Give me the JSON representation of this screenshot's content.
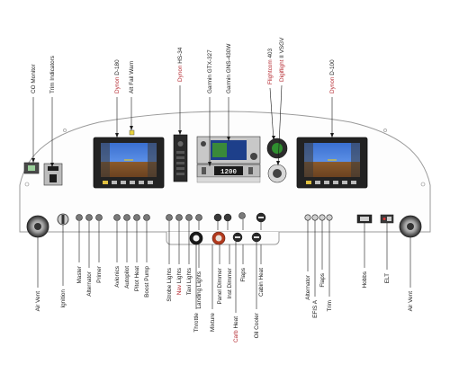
{
  "top_labels": [
    {
      "key": "co_monitor",
      "parts": [
        {
          "text": "CO Monitor"
        }
      ]
    },
    {
      "key": "trim_indicators",
      "parts": [
        {
          "text": "Trim Indicators"
        }
      ]
    },
    {
      "key": "dynon_d180",
      "parts": [
        {
          "text": "Dynon",
          "hl": true
        },
        {
          "text": " D-180"
        }
      ]
    },
    {
      "key": "alt_fail_warn",
      "parts": [
        {
          "text": "Alt Fail Warn"
        }
      ]
    },
    {
      "key": "dynon_hs34",
      "parts": [
        {
          "text": "Dynon",
          "hl": true
        },
        {
          "text": " HS-34"
        }
      ]
    },
    {
      "key": "garmin_gtx327",
      "parts": [
        {
          "text": "Garmin GTX-327"
        }
      ]
    },
    {
      "key": "garmin_gns430w",
      "parts": [
        {
          "text": "Garmin GNS-430W"
        }
      ]
    },
    {
      "key": "flightcom_403",
      "parts": [
        {
          "text": "Flightcom",
          "hl": true
        },
        {
          "text": " 403"
        }
      ]
    },
    {
      "key": "digiflight_vsgv",
      "parts": [
        {
          "text": "Digiflight",
          "hl": true
        },
        {
          "text": " II VSGV"
        }
      ]
    },
    {
      "key": "dynon_d100",
      "parts": [
        {
          "text": "Dynon",
          "hl": true
        },
        {
          "text": " D-100"
        }
      ]
    }
  ],
  "bottom_labels": [
    {
      "key": "air_vent_left",
      "parts": [
        {
          "text": "Air Vent"
        }
      ]
    },
    {
      "key": "ignition",
      "parts": [
        {
          "text": "Ignition"
        }
      ]
    },
    {
      "key": "master",
      "parts": [
        {
          "text": "Master"
        }
      ]
    },
    {
      "key": "alternator_sw",
      "parts": [
        {
          "text": "Alternator"
        }
      ]
    },
    {
      "key": "primer",
      "parts": [
        {
          "text": "Primer"
        }
      ]
    },
    {
      "key": "avionics",
      "parts": [
        {
          "text": "Avionics"
        }
      ]
    },
    {
      "key": "autopilot",
      "parts": [
        {
          "text": "Autopilot"
        }
      ]
    },
    {
      "key": "pitot_heat",
      "parts": [
        {
          "text": "Pitot Heat"
        }
      ]
    },
    {
      "key": "boost_pump",
      "parts": [
        {
          "text": "Boost Pump"
        }
      ]
    },
    {
      "key": "strobe_lights",
      "parts": [
        {
          "text": "Strobe Lights"
        }
      ]
    },
    {
      "key": "nav_lights",
      "parts": [
        {
          "text": "Nav",
          "hl": true
        },
        {
          "text": " Lights"
        }
      ]
    },
    {
      "key": "taxi_lights",
      "parts": [
        {
          "text": "Taxi Lights"
        }
      ]
    },
    {
      "key": "landing_lights",
      "parts": [
        {
          "text": "Landing Lights"
        }
      ]
    },
    {
      "key": "throttle",
      "parts": [
        {
          "text": "Throttle"
        }
      ]
    },
    {
      "key": "mixture",
      "parts": [
        {
          "text": "Mixture"
        }
      ]
    },
    {
      "key": "panel_dimmer",
      "parts": [
        {
          "text": "Panel Dimmer"
        }
      ]
    },
    {
      "key": "inst_dimmer",
      "parts": [
        {
          "text": "Inst Dimmer"
        }
      ]
    },
    {
      "key": "carb_heat",
      "parts": [
        {
          "text": "Carb",
          "hl": true
        },
        {
          "text": " Heat"
        }
      ]
    },
    {
      "key": "flaps_sw",
      "parts": [
        {
          "text": "Flaps"
        }
      ]
    },
    {
      "key": "oil_cooler",
      "parts": [
        {
          "text": "Oil Cooler"
        }
      ]
    },
    {
      "key": "cabin_heat",
      "parts": [
        {
          "text": "Cabin Heat"
        }
      ]
    },
    {
      "key": "alternator_cb",
      "parts": [
        {
          "text": "Alternator"
        }
      ]
    },
    {
      "key": "efis_a",
      "parts": [
        {
          "text": "EFIS A"
        }
      ]
    },
    {
      "key": "flaps_cb",
      "parts": [
        {
          "text": "Flaps"
        }
      ]
    },
    {
      "key": "trim",
      "parts": [
        {
          "text": "Trim"
        }
      ]
    },
    {
      "key": "hobbs",
      "parts": [
        {
          "text": "Hobbs"
        }
      ]
    },
    {
      "key": "elt",
      "parts": [
        {
          "text": "ELT"
        }
      ]
    },
    {
      "key": "air_vent_right",
      "parts": [
        {
          "text": "Air Vent"
        }
      ]
    }
  ],
  "radio_display": "1200",
  "colors": {
    "highlight": "#b3262d",
    "panel_outline": "#9a9a9a",
    "screen": "#1d3f8a",
    "bezel": "#222222"
  }
}
